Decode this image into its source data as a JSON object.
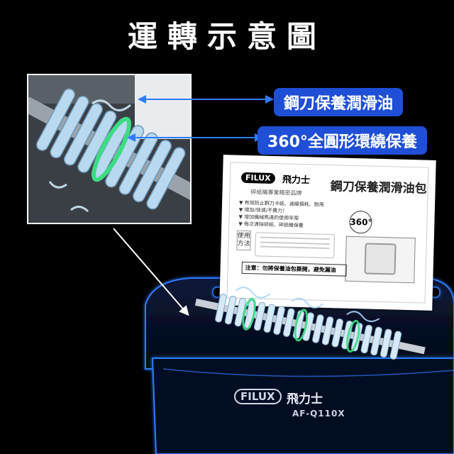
{
  "title": "運轉示意圖",
  "callouts": {
    "oil": "鋼刀保養潤滑油",
    "wrap": "360°全圓形環繞保養"
  },
  "paper": {
    "brand_logo": "FILUX",
    "brand_name": "飛力士",
    "heading": "鋼刀保養潤滑油包",
    "subtitle": "碎紙機專業精密品牌",
    "label_360": "360°",
    "bullets": [
      "▼ 有效防止鋼刀卡紙、減緩損耗、耐用",
      "▼ 增加/快速/不費力！",
      "▼ 增加機械馬達的使用年限",
      "▼ 每次清除碎紙、碎紙機保養"
    ],
    "side_label": "使用方法",
    "footer": "注意：勿將保養油包撕開，避免漏油"
  },
  "shredder": {
    "brand_logo": "FILUX",
    "brand_name": "飛力士",
    "model": "AF-Q110X"
  },
  "colors": {
    "callout_bg": "#1f4fd6",
    "glow_blue": "#2f7bff",
    "oil_blue": "#a8d8ff",
    "ring_green": "#3ddc84"
  }
}
